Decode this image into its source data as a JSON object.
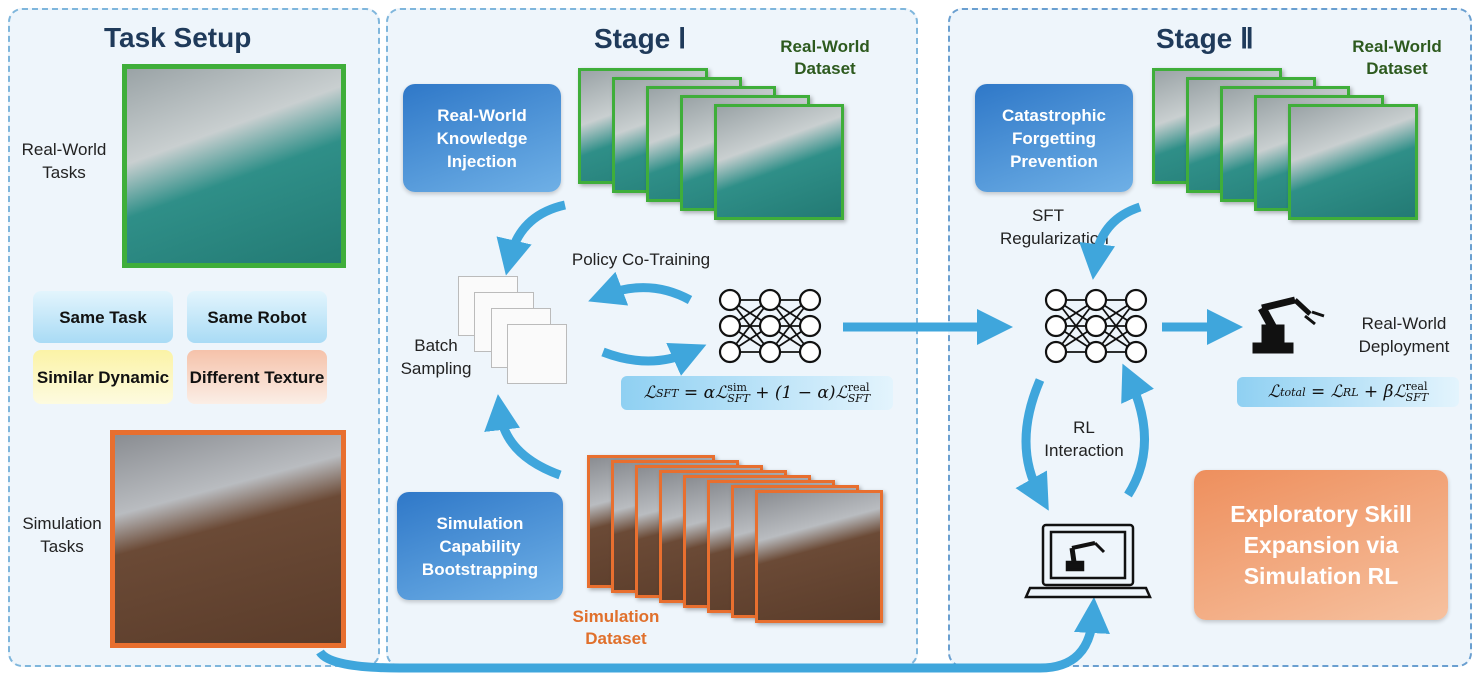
{
  "task_setup": {
    "title": "Task Setup",
    "real_label": "Real-World Tasks",
    "sim_label": "Simulation Tasks",
    "chips": [
      "Same Task",
      "Same Robot",
      "Similar Dynamic",
      "Different Texture"
    ]
  },
  "stage1": {
    "title": "Stage Ⅰ",
    "real_dataset": "Real-World Dataset",
    "sim_dataset": "Simulation Dataset",
    "knowledge": "Real-World Knowledge Injection",
    "bootstrap": "Simulation Capability Bootstrapping",
    "cotrain": "Policy Co-Training",
    "batch": "Batch Sampling",
    "formula": {
      "lhs": "ℒ",
      "lhs_sub": "SFT",
      "alpha": "= αℒ",
      "sim_sup": "sim",
      "sim_sub": "SFT",
      "mid": "+ (1 − α)ℒ",
      "real_sup": "real",
      "real_sub": "SFT"
    }
  },
  "stage2": {
    "title": "Stage Ⅱ",
    "real_dataset": "Real-World Dataset",
    "forgetting": "Catastrophic Forgetting Prevention",
    "sft_reg": "SFT Regularization",
    "rl": "RL Interaction",
    "deploy": "Real-World Deployment",
    "explore": "Exploratory Skill Expansion via Simulation RL",
    "formula": {
      "lhs": "ℒ",
      "lhs_sub": "total",
      "eq": "= ℒ",
      "rl_sub": "RL",
      "beta": "+ βℒ",
      "real_sup": "real",
      "real_sub": "SFT"
    }
  },
  "colors": {
    "arrow": "#3fa6dc",
    "real_border": "#3fae3a",
    "sim_border": "#e86f2f"
  }
}
